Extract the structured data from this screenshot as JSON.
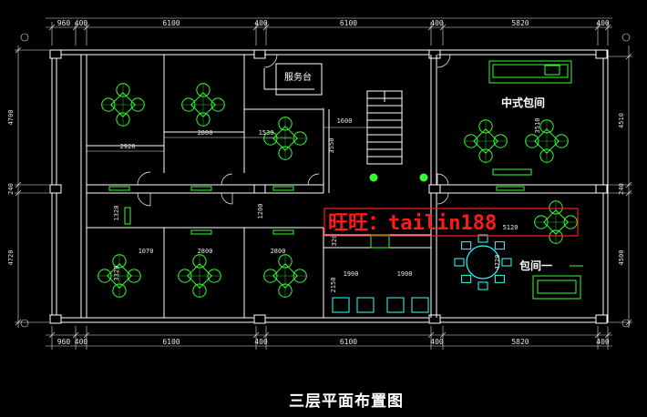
{
  "dims": {
    "top": [
      "960",
      "400",
      "6100",
      "400",
      "6100",
      "400",
      "5820",
      "400"
    ],
    "bottom": [
      "960",
      "400",
      "6100",
      "400",
      "6100",
      "400",
      "5820",
      "400"
    ],
    "left": [
      "4700",
      "240",
      "4720"
    ],
    "right": [
      "4510",
      "240",
      "4500"
    ],
    "inner": [
      "2920",
      "2800",
      "1530",
      "1600",
      "3550",
      "2800",
      "2800",
      "1320",
      "1070",
      "3320",
      "1200",
      "1900",
      "1900",
      "2150",
      "3510",
      "5120",
      "4720",
      "320"
    ]
  },
  "labels": {
    "service_counter": "服务台",
    "chinese_private_room": "中式包间",
    "private_room_1": "包间一"
  },
  "watermark": "旺旺：tailin188",
  "title": "三层平面布置图",
  "colors": {
    "background": "#000000",
    "wall": "#ffffff",
    "furniture": "#33ff33",
    "chair_cyan": "#33ffff",
    "watermark": "#ff1a1a"
  }
}
